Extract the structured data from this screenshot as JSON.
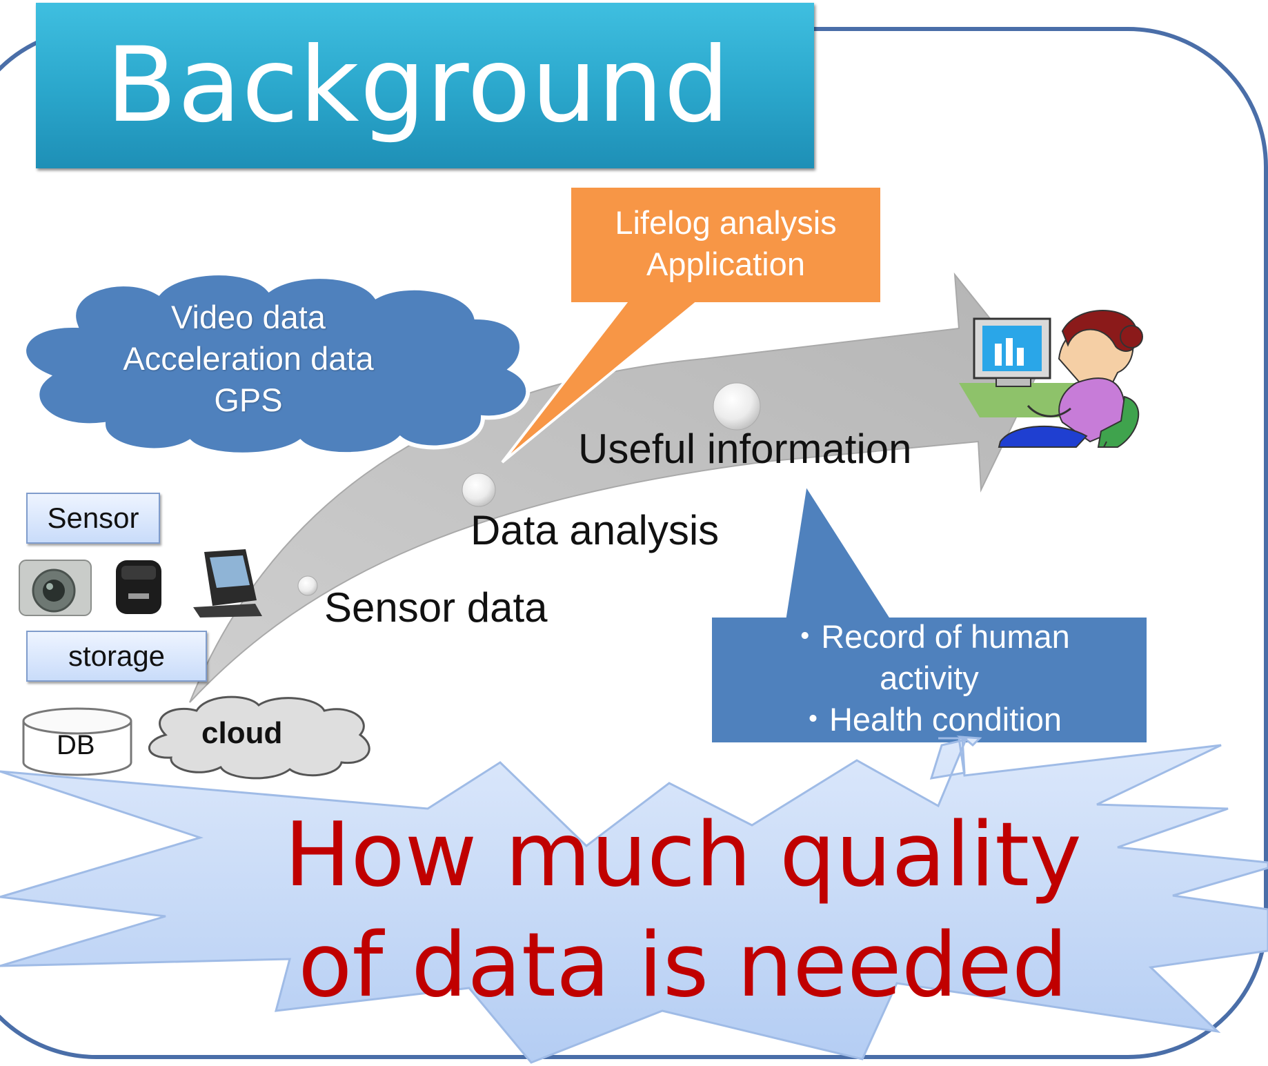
{
  "slide": {
    "title": "Background",
    "cloud_text": [
      "Video data",
      "Acceleration data",
      "GPS"
    ],
    "callout_application": [
      "Lifelog analysis",
      "Application"
    ],
    "flow": {
      "useful_information": "Useful information",
      "data_analysis": "Data analysis",
      "sensor_data": "Sensor data"
    },
    "left_panel": {
      "sensor": "Sensor",
      "storage": "storage",
      "db": "DB",
      "cloud": "cloud"
    },
    "callout_records": [
      "・Record of human",
      "activity",
      "・Health condition"
    ],
    "question": [
      "How much quality",
      "of data is needed"
    ]
  },
  "colors": {
    "title_banner": "#2aa6cb",
    "cloud_fill": "#4f81bd",
    "orange_callout": "#f79646",
    "blue_callout": "#4f81bd",
    "frame_border": "#4a6ea8",
    "question_text": "#c00000",
    "burst_fill": "#c6dbf8"
  },
  "icons": [
    "camera-icon",
    "sensor-device-icon",
    "pda-icon",
    "person-at-computer-icon",
    "db-cylinder-icon"
  ]
}
